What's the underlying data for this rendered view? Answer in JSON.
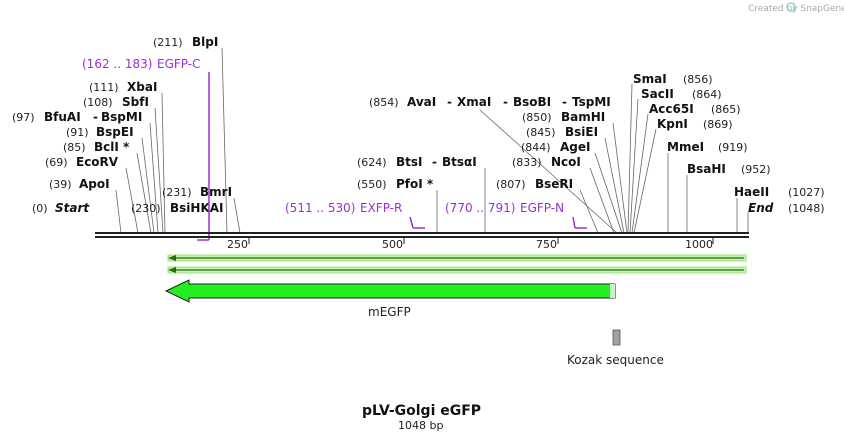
{
  "credit": "Created by SnapGene",
  "map": {
    "title": "pLV-Golgi eGFP",
    "subtitle": "1048 bp",
    "length": 1048
  },
  "ticks": [
    "250",
    "500",
    "750",
    "1000"
  ],
  "sites": [
    {
      "pos": "(211)",
      "name": "BlpI"
    },
    {
      "pos": "(111)",
      "name": "XbaI"
    },
    {
      "pos": "(108)",
      "name": "SbfI"
    },
    {
      "pos": "(97)",
      "name": "BfuAI",
      "name2": "BspMI"
    },
    {
      "pos": "(91)",
      "name": "BspEI"
    },
    {
      "pos": "(85)",
      "name": "BclI *"
    },
    {
      "pos": "(69)",
      "name": "EcoRV"
    },
    {
      "pos": "(39)",
      "name": "ApoI"
    },
    {
      "pos": "(0)",
      "name": "Start"
    },
    {
      "pos": "(231)",
      "name": "BmrI"
    },
    {
      "pos": "(230)",
      "name": "BsiHKAI"
    },
    {
      "pos": "(854)",
      "name": "AvaI",
      "name2": "XmaI",
      "name3": "BsoBI",
      "name4": "TspMI"
    },
    {
      "pos": "(850)",
      "name": "BamHI"
    },
    {
      "pos": "(845)",
      "name": "BsiEI"
    },
    {
      "pos": "(844)",
      "name": "AgeI"
    },
    {
      "pos": "(833)",
      "name": "NcoI"
    },
    {
      "pos": "(807)",
      "name": "BseRI"
    },
    {
      "pos": "(624)",
      "name": "BtsI",
      "name2": "BtsαI"
    },
    {
      "pos": "(550)",
      "name": "PfoI *"
    },
    {
      "pos": "(856)",
      "name": "SmaI"
    },
    {
      "pos": "(864)",
      "name": "SacII"
    },
    {
      "pos": "(865)",
      "name": "Acc65I"
    },
    {
      "pos": "(869)",
      "name": "KpnI"
    },
    {
      "pos": "(919)",
      "name": "MmeI"
    },
    {
      "pos": "(952)",
      "name": "BsaHI"
    },
    {
      "pos": "(1027)",
      "name": "HaeII"
    },
    {
      "pos": "(1048)",
      "name": "End"
    }
  ],
  "primers": [
    {
      "range": "(162 .. 183)",
      "name": "EGFP-C"
    },
    {
      "range": "(511 .. 530)",
      "name": "EXFP-R"
    },
    {
      "range": "(770 .. 791)",
      "name": "EGFP-N"
    }
  ],
  "features": [
    {
      "name": "mEGFP",
      "color": "#22ee22"
    },
    {
      "name": "Kozak sequence",
      "color": "#a0a0a8"
    }
  ]
}
